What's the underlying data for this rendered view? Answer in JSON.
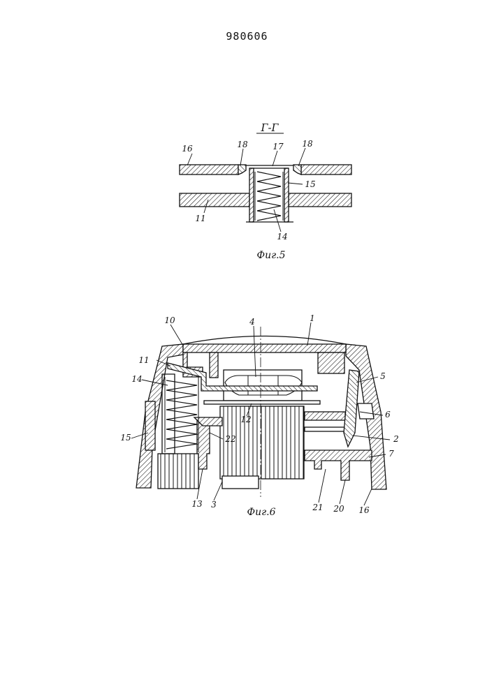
{
  "document": {
    "patent_number": "980606"
  },
  "figure5": {
    "section_label": "Г-Г",
    "caption": "Фиг.5",
    "labels": {
      "l16": "16",
      "l18a": "18",
      "l17": "17",
      "l18b": "18",
      "l15": "15",
      "l11": "11",
      "l14": "14"
    }
  },
  "figure6": {
    "caption": "Фиг.6",
    "labels": {
      "l10": "10",
      "l4": "4",
      "l1": "1",
      "l11": "11",
      "l14": "14",
      "l5": "5",
      "l6": "6",
      "l12": "12",
      "l2": "2",
      "l15": "15",
      "l22": "22",
      "l7": "7",
      "l13": "13",
      "l3": "3",
      "l21": "21",
      "l20": "20",
      "l16": "16"
    }
  }
}
